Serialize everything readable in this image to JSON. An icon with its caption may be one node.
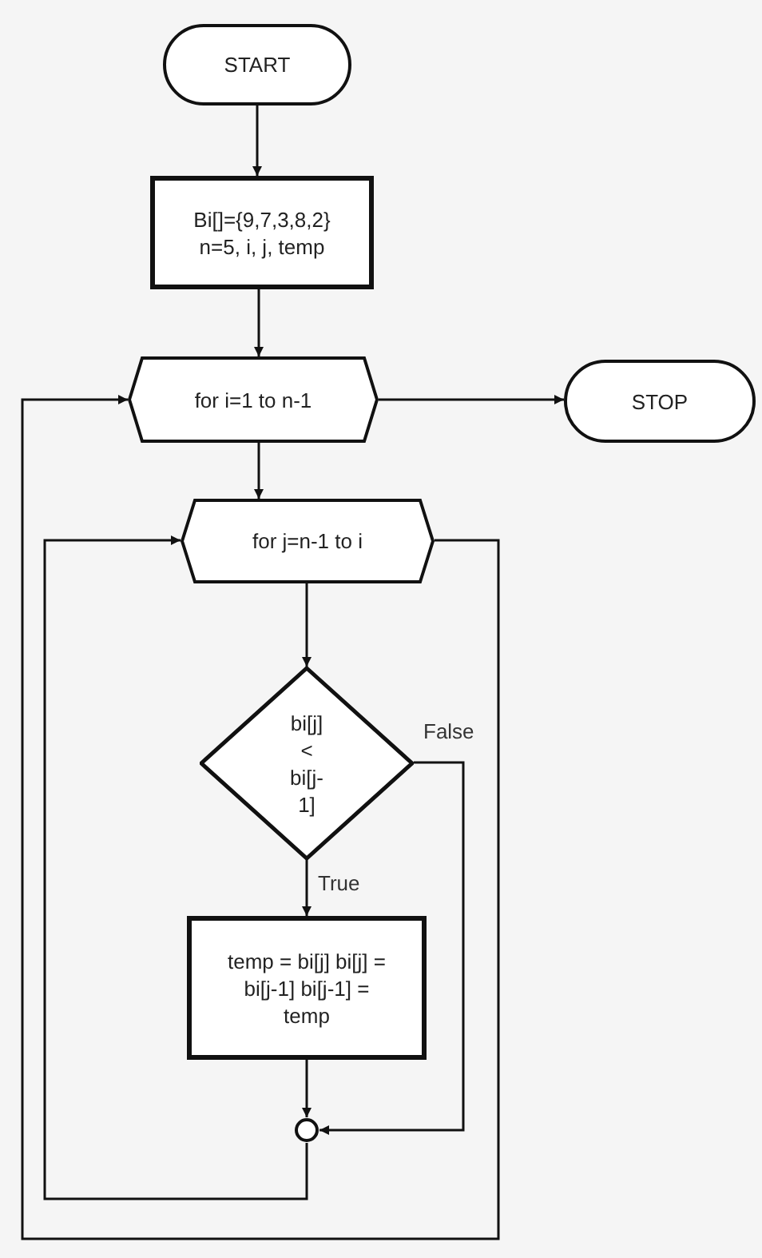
{
  "diagram": {
    "nodes": [
      {
        "text": [
          "START"
        ]
      },
      {
        "text": [
          "Bi[]={9,7,3,8,2} n=5, i, j, temp"
        ]
      },
      {
        "text": [
          "for i=1 to n-1"
        ]
      },
      {
        "text": [
          "STOP"
        ]
      },
      {
        "text": [
          "for j=n-1 to i"
        ]
      },
      {
        "text": [
          "bi[j] < bi[j-1]"
        ]
      },
      {
        "text": [
          "temp = bi[j] bi[j] = bi[j-1] bi[j-1] = temp"
        ]
      },
      {
        "text": [],
        "shape": "circle"
      }
    ],
    "edges": [
      {
        "from": 0,
        "to": 1,
        "arrow": "to"
      },
      {
        "from": 1,
        "to": 2,
        "arrow": "to"
      },
      {
        "from": 2,
        "to": 3,
        "arrow": "to"
      },
      {
        "from": 2,
        "to": 4,
        "arrow": "to"
      },
      {
        "from": 4,
        "to": 5,
        "arrow": "to"
      },
      {
        "from": 5,
        "to": 6,
        "arrow": "to",
        "label": "True"
      },
      {
        "from": 5,
        "to": 7,
        "arrow": "to",
        "label": "False"
      },
      {
        "from": 6,
        "to": 7,
        "arrow": "to"
      },
      {
        "from": 7,
        "to": 4,
        "arrow": "to"
      },
      {
        "from": 4,
        "to": 2,
        "arrow": "to"
      }
    ]
  }
}
